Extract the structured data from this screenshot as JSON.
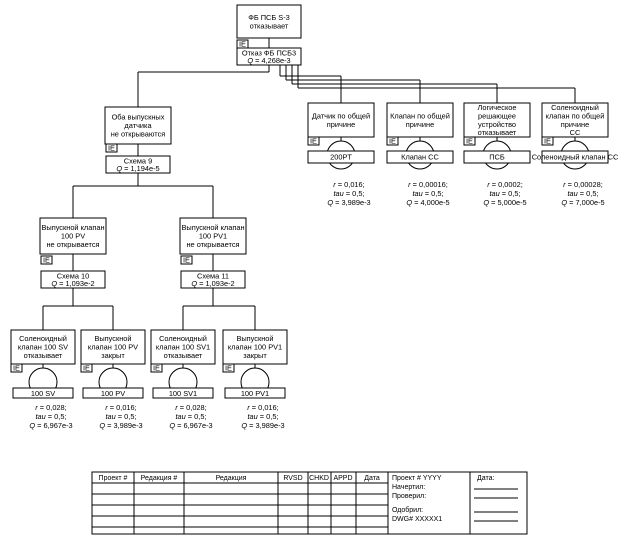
{
  "top": {
    "title_lines": [
      "ФБ ПСБ S-3",
      "отказывает"
    ],
    "tag": "IE",
    "gate_label": "Отказ ФБ ПСБ3",
    "gate_q": "Q = 4,268e-3"
  },
  "left_branch": {
    "title_lines": [
      "Оба выпускных",
      "датчика",
      "не открываются"
    ],
    "tag": "IE",
    "gate_label": "Схема 9",
    "gate_q": "Q = 1,194e-5",
    "sub": [
      {
        "title_lines": [
          "Выпускной клапан",
          "100 PV",
          "не открывается"
        ],
        "tag": "IE",
        "gate_label": "Схема 10",
        "gate_q": "Q = 1,093e-2",
        "events": [
          {
            "title_lines": [
              "Соленоидный",
              "клапан 100 SV",
              "отказывает"
            ],
            "tag": "IE",
            "event_label": "100 SV",
            "params": [
              "r = 0,028;",
              "tau = 0,5;",
              "Q = 6,967e-3"
            ]
          },
          {
            "title_lines": [
              "Выпускной",
              "клапан 100 PV",
              "закрыт"
            ],
            "tag": "IE",
            "event_label": "100 PV",
            "params": [
              "r = 0,016;",
              "tau = 0,5;",
              "Q = 3,989e-3"
            ]
          }
        ]
      },
      {
        "title_lines": [
          "Выпускной клапан",
          "100 PV1",
          "не открывается"
        ],
        "tag": "IE",
        "gate_label": "Схема 11",
        "gate_q": "Q = 1,093e-2",
        "events": [
          {
            "title_lines": [
              "Соленоидный",
              "клапан 100 SV1",
              "отказывает"
            ],
            "tag": "IE",
            "event_label": "100 SV1",
            "params": [
              "r = 0,028;",
              "tau = 0,5;",
              "Q = 6,967e-3"
            ]
          },
          {
            "title_lines": [
              "Выпускной",
              "клапан 100 PV1",
              "закрыт"
            ],
            "tag": "IE",
            "event_label": "100 PV1",
            "params": [
              "r = 0,016;",
              "tau = 0,5;",
              "Q = 3,989e-3"
            ]
          }
        ]
      }
    ]
  },
  "common_cause": [
    {
      "title_lines": [
        "Датчик по общей",
        "причине"
      ],
      "tag": "IE",
      "event_label": "200PT",
      "params": [
        "r = 0,016;",
        "tau = 0,5;",
        "Q = 3,989e-3"
      ]
    },
    {
      "title_lines": [
        "Клапан по общей",
        "причине"
      ],
      "tag": "IE",
      "event_label": "Клапан СС",
      "params": [
        "r = 0,00016;",
        "tau = 0,5;",
        "Q = 4,000e-5"
      ]
    },
    {
      "title_lines": [
        "Логическое",
        "решающее",
        "устройство",
        "отказывает"
      ],
      "tag": "IE",
      "event_label": "ПСБ",
      "params": [
        "r = 0,0002;",
        "tau = 0,5;",
        "Q = 5,000e-5"
      ]
    },
    {
      "title_lines": [
        "Соленоидный",
        "клапан по общей",
        "причине",
        "СС"
      ],
      "tag": "IE",
      "event_label": "Соленоидный клапан СС",
      "params": [
        "r = 0,00028;",
        "tau = 0,5;",
        "Q = 7,000e-5"
      ]
    }
  ],
  "title_block": {
    "headers": [
      "Проект #",
      "Редакция #",
      "Редакция",
      "RVSD",
      "CHKD",
      "APPD",
      "Дата"
    ],
    "project_id": "Проект # YYYY",
    "drawn": "Начертил:",
    "checked": "Проверил:",
    "approved": "Одобрил:",
    "dwg": "DWG# XXXXX1",
    "date_label": "Дата:"
  }
}
